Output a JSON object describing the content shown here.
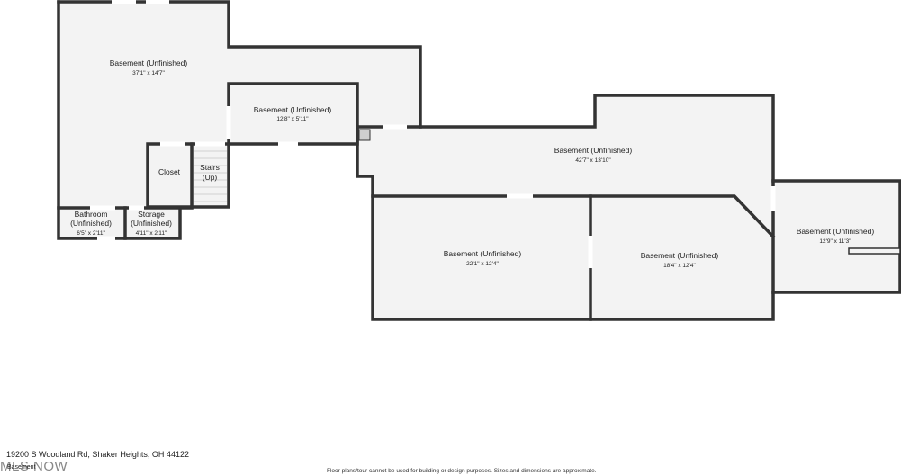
{
  "rooms": [
    {
      "id": "basement-main",
      "name": "Basement (Unfinished)",
      "dims": "37'1\" x 14'7\""
    },
    {
      "id": "basement-small",
      "name": "Basement (Unfinished)",
      "dims": "12'8\" x 5'11\""
    },
    {
      "id": "closet",
      "name": "Closet",
      "dims": ""
    },
    {
      "id": "stairs",
      "name": "Stairs",
      "name2": "(Up)"
    },
    {
      "id": "bathroom",
      "name": "Bathroom",
      "name2": "(Unfinished)",
      "dims": "6'5\" x 2'11\""
    },
    {
      "id": "storage",
      "name": "Storage",
      "name2": "(Unfinished)",
      "dims": "4'11\" x 2'11\""
    },
    {
      "id": "basement-hall",
      "name": "Basement (Unfinished)",
      "dims": "42'7\" x 13'10\""
    },
    {
      "id": "basement-left",
      "name": "Basement (Unfinished)",
      "dims": "22'1\" x 12'4\""
    },
    {
      "id": "basement-mid",
      "name": "Basement (Unfinished)",
      "dims": "18'4\" x 12'4\""
    },
    {
      "id": "basement-right",
      "name": "Basement (Unfinished)",
      "dims": "12'9\" x 11'3\""
    }
  ],
  "footer": {
    "address": "19200 S Woodland Rd, Shaker Heights, OH 44122",
    "floor": "Basement",
    "logo": "MLS NOW",
    "disclaimer": "Floor plans/tour cannot be used for building or design purposes. Sizes and dimensions are approximate."
  },
  "colors": {
    "wall": "#333333",
    "room_fill": "#f3f3f3",
    "background": "#ffffff"
  }
}
